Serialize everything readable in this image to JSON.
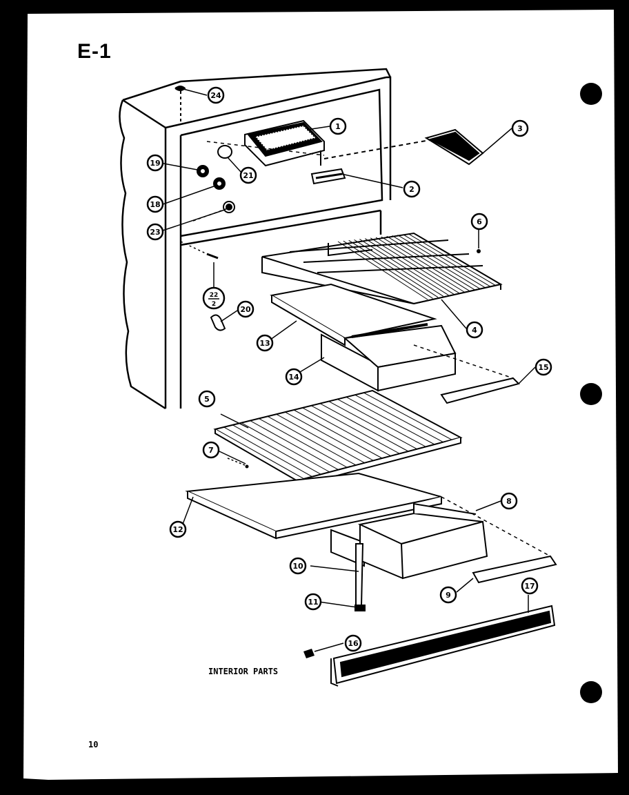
{
  "figure": {
    "title": "E-1",
    "caption": "INTERIOR PARTS",
    "page_number": "10"
  },
  "callouts": [
    {
      "number": "1"
    },
    {
      "number": "2"
    },
    {
      "number": "3"
    },
    {
      "number": "4"
    },
    {
      "number": "5"
    },
    {
      "number": "6"
    },
    {
      "number": "7"
    },
    {
      "number": "8"
    },
    {
      "number": "9"
    },
    {
      "number": "10"
    },
    {
      "number": "11"
    },
    {
      "number": "12"
    },
    {
      "number": "13"
    },
    {
      "number": "14"
    },
    {
      "number": "15"
    },
    {
      "number": "16"
    },
    {
      "number": "17"
    },
    {
      "number": "18"
    },
    {
      "number": "19"
    },
    {
      "number": "20"
    },
    {
      "number": "21"
    },
    {
      "number": "22",
      "sub": "2"
    },
    {
      "number": "23"
    },
    {
      "number": "24"
    }
  ],
  "colors": {
    "ink": "#000000",
    "paper": "#ffffff"
  }
}
